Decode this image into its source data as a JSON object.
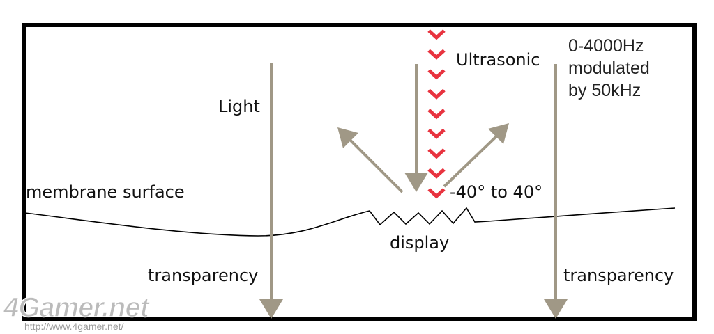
{
  "diagram": {
    "title": "Ultrasonic membrane display diagram",
    "labels": {
      "light": "Light",
      "ultrasonic": "Ultrasonic",
      "frequency_line1": "0-4000Hz",
      "frequency_line2": "modulated",
      "frequency_line3": "by  50kHz",
      "membrane_surface": "membrane surface",
      "angle_range": "-40° to 40°",
      "display": "display",
      "transparency_left": "transparency",
      "transparency_right": "transparency"
    },
    "colors": {
      "arrow": "#a09886",
      "ultrasonic_chevron": "#e8333f",
      "frame": "#000000",
      "membrane": "#000000",
      "text": "#111111"
    },
    "ultrasonic_chevron_count": 9,
    "reflection_angle_range_deg": [
      -40,
      40
    ]
  },
  "watermark": {
    "logo": "4Gamer.net",
    "url": "http://www.4gamer.net/"
  }
}
